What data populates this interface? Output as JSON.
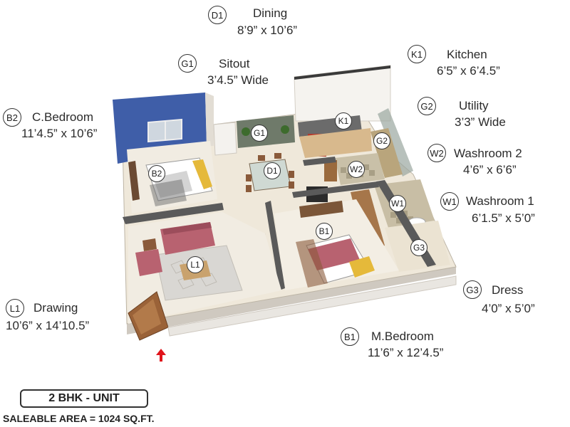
{
  "rooms": {
    "dining": {
      "code": "D1",
      "name": "Dining",
      "size": "8’9” x 10’6”"
    },
    "sitout": {
      "code": "G1",
      "name": "Sitout",
      "size": "3’4.5” Wide"
    },
    "kitchen": {
      "code": "K1",
      "name": "Kitchen",
      "size": "6’5” x 6’4.5”"
    },
    "utility": {
      "code": "G2",
      "name": "Utility",
      "size": "3’3” Wide"
    },
    "washroom2": {
      "code": "W2",
      "name": "Washroom 2",
      "size": "4’6” x 6’6”"
    },
    "washroom1": {
      "code": "W1",
      "name": "Washroom 1",
      "size": "6’1.5” x 5’0”"
    },
    "cbedroom": {
      "code": "B2",
      "name": "C.Bedroom",
      "size": "11’4.5” x 10’6”"
    },
    "dress": {
      "code": "G3",
      "name": "Dress",
      "size": "4’0” x 5’0”"
    },
    "drawing": {
      "code": "L1",
      "name": "Drawing",
      "size": "10’6” x 14’10.5”"
    },
    "mbedroom": {
      "code": "B1",
      "name": "M.Bedroom",
      "size": "11’6” x 12’4.5”"
    }
  },
  "unit_type": "2 BHK - UNIT",
  "saleable_area": "SALEABLE AREA = 1024 SQ.FT.",
  "colors": {
    "wall_blue": "#3f5ea8",
    "floor": "#efe8da",
    "wall": "#f4f2ee",
    "entry_arrow": "#e0141b"
  }
}
